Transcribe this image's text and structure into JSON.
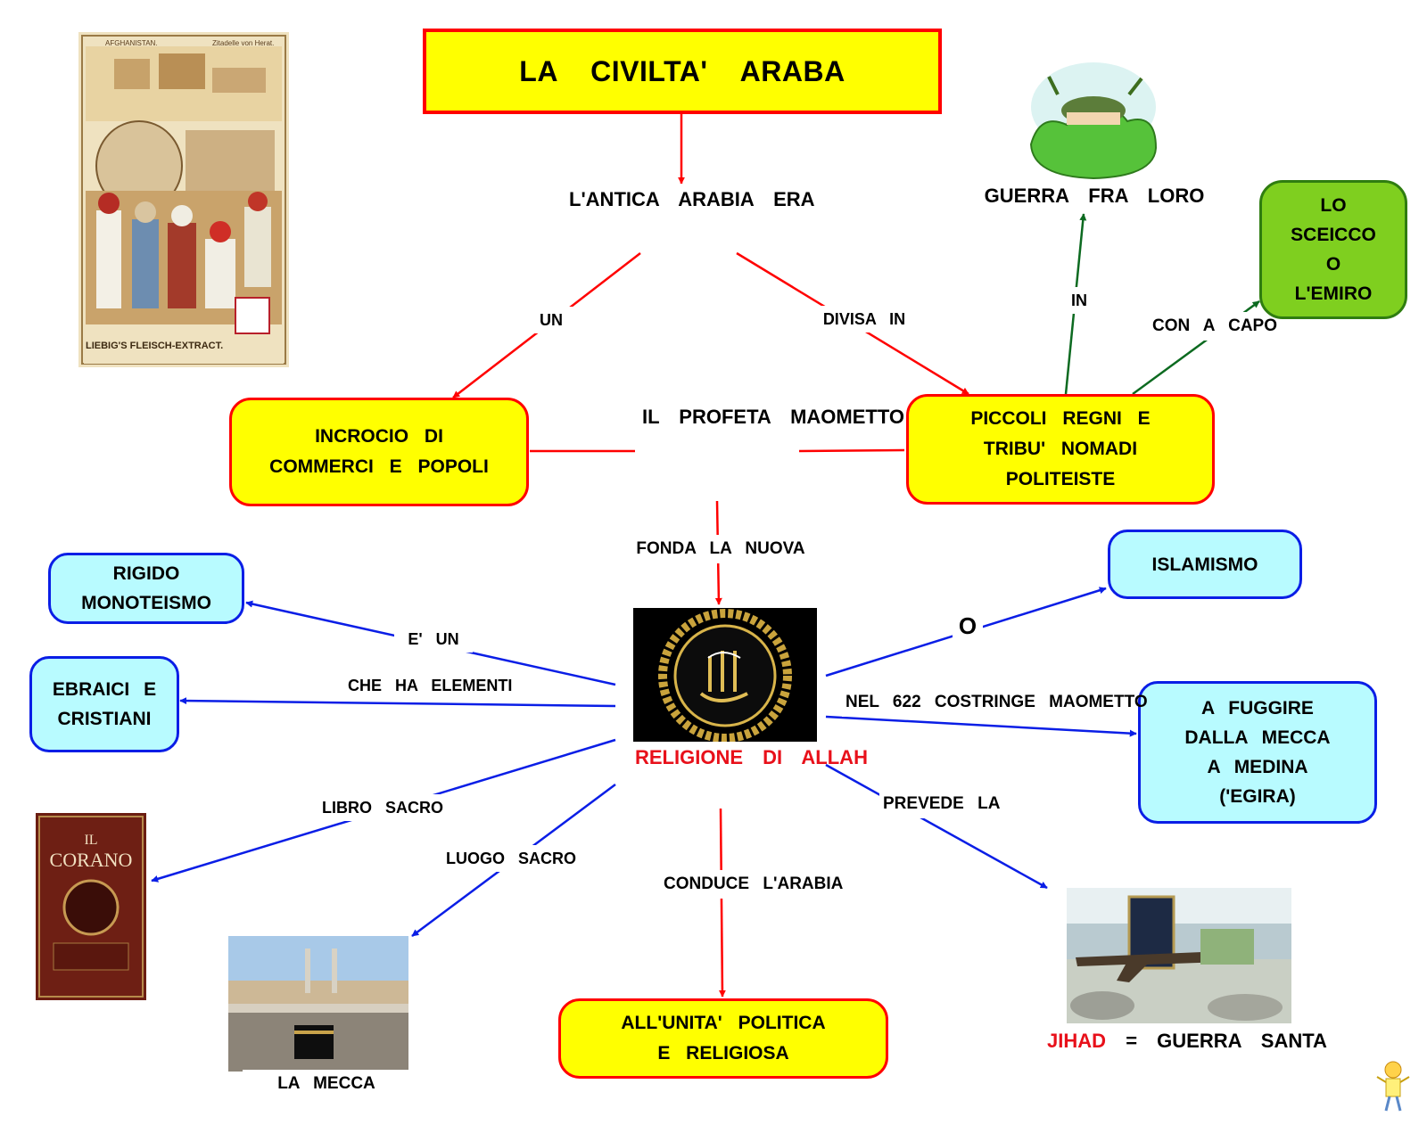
{
  "title": "LA CIVILTA' ARABA",
  "nodes": {
    "arabia": [
      "L'ANTICA ARABIA",
      "ERA"
    ],
    "incrocio": [
      "INCROCIO DI",
      "COMMERCI E POPOLI"
    ],
    "regni": [
      "PICCOLI REGNI E",
      "TRIBU' NOMADI",
      "POLITEISTE"
    ],
    "guerra": "GUERRA FRA LORO",
    "sceicco": [
      "LO",
      "SCEICCO",
      "O",
      "L'EMIRO"
    ],
    "profeta": [
      "IL",
      "PROFETA",
      "MAOMETTO"
    ],
    "religione": [
      "RELIGIONE DI",
      "ALLAH"
    ],
    "islamismo": "ISLAMISMO",
    "monoteismo": [
      "RIGIDO",
      "MONOTEISMO"
    ],
    "ebraici": [
      "EBRAICI E",
      "CRISTIANI"
    ],
    "fuggire": [
      "A FUGGIRE",
      "DALLA MECCA",
      "A MEDINA",
      "('EGIRA)"
    ],
    "unita": [
      "ALL'UNITA' POLITICA",
      "E RELIGIOSA"
    ],
    "mecca": "LA MECCA",
    "jihad": {
      "word": "JIHAD",
      "rest": "= GUERRA SANTA"
    }
  },
  "links": {
    "un": "UN",
    "divisa": "DIVISA IN",
    "in": "IN",
    "con_capo": [
      "CON A",
      "CAPO"
    ],
    "fonda": "FONDA LA NUOVA",
    "o": "O",
    "e_un": "E' UN",
    "che_ha": [
      "CHE HA",
      "ELEMENTI"
    ],
    "nel_622": [
      "NEL 622 COSTRINGE",
      "MAOMETTO"
    ],
    "libro": "LIBRO SACRO",
    "luogo": "LUOGO SACRO",
    "conduce": [
      "CONDUCE",
      "L'ARABIA"
    ],
    "prevede": [
      "PREVEDE",
      "LA"
    ]
  },
  "images": {
    "postcard_caption": "LIEBIG'S FLEISCH-EXTRACT.",
    "postcard_top_left": "AFGHANISTAN.",
    "postcard_top_right": "Zitadelle von Herat.",
    "corano_line1": "IL",
    "corano_line2": "CORANO"
  },
  "colors": {
    "red": "#ff0000",
    "yellow": "#ffff00",
    "blue": "#0a1ee6",
    "cyan": "#b8fbff",
    "green": "#7fcf1f",
    "dark_green": "#0c6a20"
  }
}
